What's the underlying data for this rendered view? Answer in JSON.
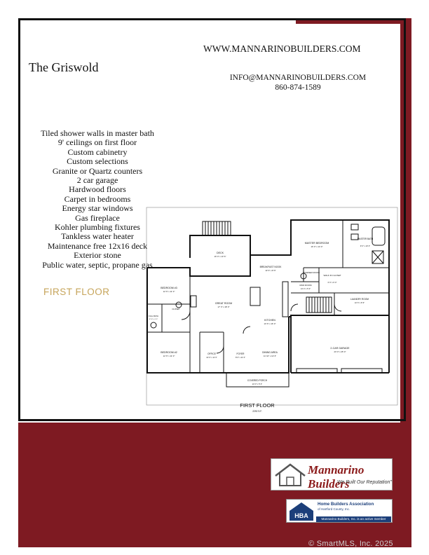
{
  "header": {
    "website": "WWW.MANNARINOBUILDERS.COM",
    "email": "INFO@MANNARINOBUILDERS.COM",
    "phone": "860-874-1589"
  },
  "title": "The Griswold",
  "features": [
    "Tiled shower walls in master bath",
    "9' ceilings on first floor",
    "Custom cabinetry",
    "Custom selections",
    "Granite or Quartz counters",
    "2 car garage",
    "Hardwood floors",
    "Carpet in bedrooms",
    "Energy star windows",
    "Gas fireplace",
    "Kohler plumbing fixtures",
    "Tankless water heater",
    "Maintenance free 12x16 deck",
    "Exterior stone",
    "Public water, septic, propane gas"
  ],
  "floor_label": "FIRST FLOOR",
  "floorplan": {
    "deck": "DECK",
    "deck_dim": "16' 0\" x 13' 6\"",
    "master_bedroom": "MASTER BEDROOM",
    "master_bedroom_dim": "16' 0\" x 14' 0\"",
    "master_bath": "MASTER BATH",
    "master_bath_dim": "9' 0\" x 10' 0\"",
    "breakfast_nook": "BREAKFAST NOOK",
    "breakfast_nook_dim": "13' 6\" x 8' 6\"",
    "powder_room": "POWDER ROOM",
    "walk_in_closet": "WALK IN CLOSET",
    "walk_in_closet_dim": "6' 0\" x 6' 0\"",
    "mud_room": "MUD ROOM",
    "mud_room_dim": "13' 4\" x 5' 0\"",
    "bedroom3": "BEDROOM #3",
    "bedroom3_dim": "12' 6\" x 11' 0\"",
    "great_room": "GREAT ROOM",
    "great_room_dim": "17' 3\" x 18' 0\"",
    "laundry_room": "LAUNDRY ROOM",
    "laundry_room_dim": "10' 6\" x 8' 6\"",
    "closet": "CLOSET",
    "full_bath": "FULL BATH",
    "full_bath_dim": "8' 10\" x 5' 0\"",
    "kitchen": "KITCHEN",
    "kitchen_dim": "13' 6\" x 16' 0\"",
    "bedroom2": "BEDROOM #2",
    "bedroom2_dim": "12' 6\" x 11' 0\"",
    "office": "OFFICE",
    "office_dim": "10' 0\" x 11' 6\"",
    "foyer": "FOYER",
    "foyer_dim": "8' 0\" x 11' 6\"",
    "dining_area": "DINING AREA",
    "dining_area_dim": "11' 10\" x 14' 6\"",
    "garage": "2-CAR GARAGE",
    "garage_dim": "23' 0\" x 25' 0\"",
    "covered_porch": "COVERED PORCH",
    "covered_porch_dim": "24' 0\" x 5' 0\"",
    "caption": "FIRST FLOOR",
    "sqft": "2292 S.F."
  },
  "logos": {
    "brand": "Mannarino Builders",
    "tagline": "We Built Our Reputation\"",
    "hba_badge": "HBA",
    "hba_name": "Home Builders Association",
    "hba_county": "of Hartford County, Inc.",
    "hba_member": "Mannarino Builders, Inc. is an active member"
  },
  "watermark": "© SmartMLS, Inc. 2025",
  "colors": {
    "maroon": "#7e1a22",
    "gold": "#c6a45a",
    "brand_red": "#8b1a1a",
    "hba_blue": "#1c3f7a"
  }
}
